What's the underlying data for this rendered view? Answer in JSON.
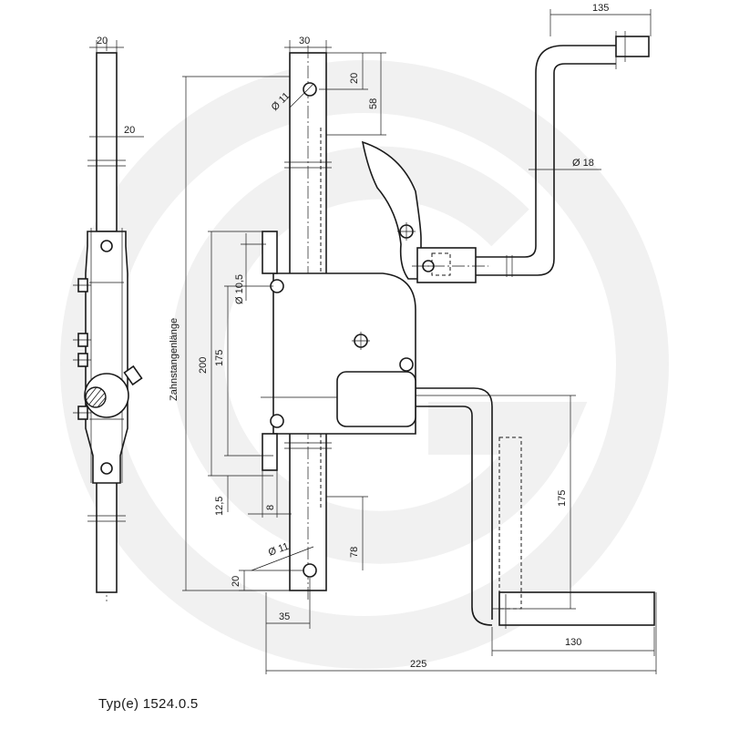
{
  "watermark_color": "#f1f1f1",
  "line_color": "#1a1a1a",
  "dimensions": {
    "side_top_width": "20",
    "side_mid_width": "20",
    "bar_width": "30",
    "hole_top": "Ø 11",
    "top_offset": "20",
    "top_offset_58": "58",
    "crank_top_length": "135",
    "crank_diameter": "Ø 18",
    "bracket_hole": "Ø 10,5",
    "bracket_175": "175",
    "bracket_200": "200",
    "rack_length_label": "Zahnstangenlänge",
    "offset_12_5": "12,5",
    "width_8": "8",
    "hole_bottom": "Ø 11",
    "bottom_78": "78",
    "bottom_20": "20",
    "width_35": "35",
    "overall_225": "225",
    "crank_handle_130": "130",
    "crank_offset_175": "175"
  },
  "footer": {
    "type_label": "Typ(e)  1524.0.5"
  }
}
